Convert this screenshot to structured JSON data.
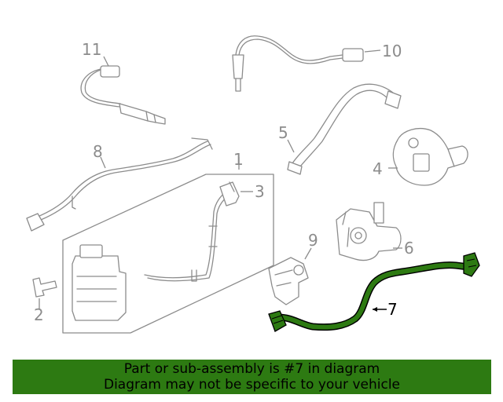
{
  "diagram": {
    "callouts": {
      "c1": "1",
      "c2": "2",
      "c3": "3",
      "c4": "4",
      "c5": "5",
      "c6": "6",
      "c7": "7",
      "c8": "8",
      "c9": "9",
      "c10": "10",
      "c11": "11"
    },
    "highlight_part": "7",
    "colors": {
      "highlight_fill": "#2d7a12",
      "line_art": "#8c8c8c",
      "banner_bg": "#2d7a12",
      "banner_text": "#000000"
    }
  },
  "banner": {
    "line1": "Part or sub-assembly is #7 in diagram",
    "line2": "Diagram may not be specific to your vehicle"
  }
}
